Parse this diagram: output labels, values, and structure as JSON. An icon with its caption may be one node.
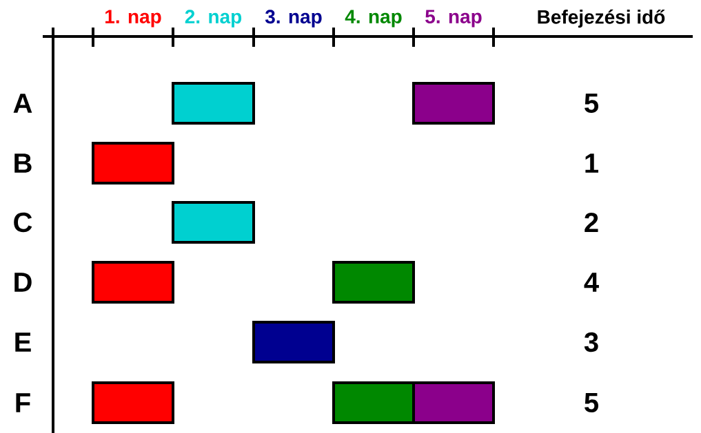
{
  "diagram": {
    "nodes": [
      {
        "text": [],
        "shape": "bar"
      },
      {
        "text": [],
        "shape": "bar"
      },
      {
        "text": [],
        "shape": "bar"
      },
      {
        "text": [],
        "shape": "bar"
      },
      {
        "text": [],
        "shape": "bar"
      },
      {
        "text": [],
        "shape": "bar"
      },
      {
        "text": [],
        "shape": "bar"
      },
      {
        "text": [],
        "shape": "bar"
      },
      {
        "text": [],
        "shape": "bar"
      },
      {
        "text": [],
        "shape": "bar"
      }
    ],
    "labels": [
      "1. nap",
      "2. nap",
      "3. nap",
      "4. nap",
      "5. nap",
      "Befejezési idő",
      "A",
      "5",
      "B",
      "1",
      "C",
      "2",
      "D",
      "4",
      "E",
      "3",
      "F",
      "5"
    ]
  }
}
